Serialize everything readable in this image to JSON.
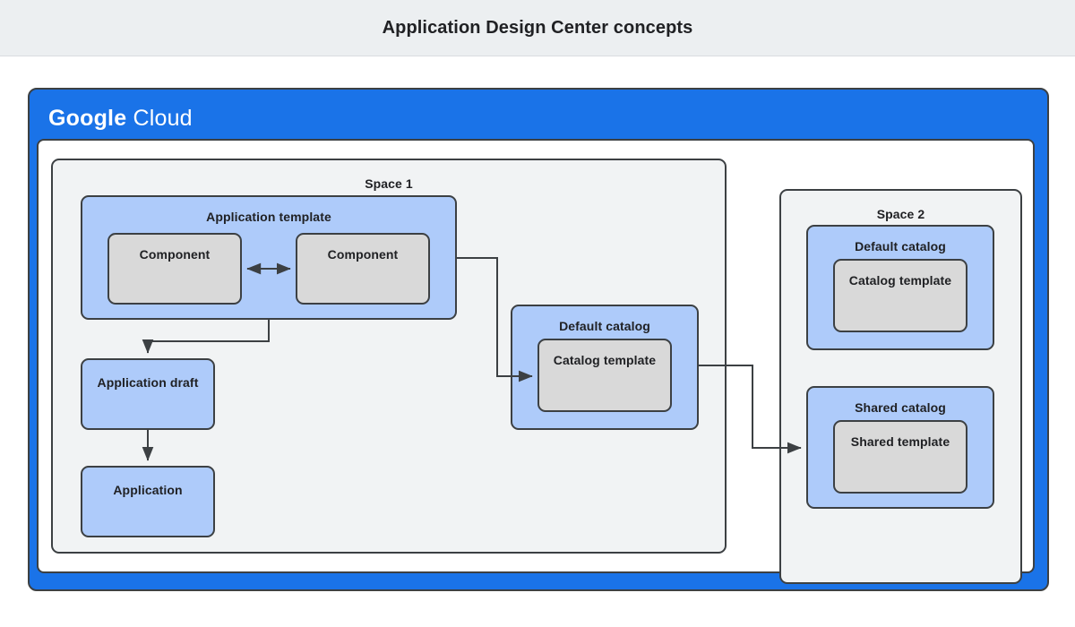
{
  "header": {
    "title": "Application Design Center concepts"
  },
  "cloud_frame": {
    "logo_primary": "Google",
    "logo_secondary": "Cloud"
  },
  "spaces": [
    {
      "id": "space1",
      "label": "Space 1",
      "groups": [
        {
          "id": "app-template",
          "label": "Application template",
          "children": [
            {
              "id": "component-1",
              "label": "Component"
            },
            {
              "id": "component-2",
              "label": "Component"
            }
          ]
        },
        {
          "id": "default-catalog-1",
          "label": "Default catalog",
          "children": [
            {
              "id": "catalog-template-1",
              "label": "Catalog template"
            }
          ]
        }
      ],
      "nodes": [
        {
          "id": "app-draft",
          "label": "Application draft"
        },
        {
          "id": "application",
          "label": "Application"
        }
      ]
    },
    {
      "id": "space2",
      "label": "Space 2",
      "groups": [
        {
          "id": "default-catalog-2",
          "label": "Default catalog",
          "children": [
            {
              "id": "catalog-template-2",
              "label": "Catalog template"
            }
          ]
        },
        {
          "id": "shared-catalog",
          "label": "Shared catalog",
          "children": [
            {
              "id": "shared-template",
              "label": "Shared template"
            }
          ]
        }
      ]
    }
  ],
  "connectors": [
    {
      "id": "component-to-component",
      "from": "component-1",
      "to": "component-2",
      "arrows": "both"
    },
    {
      "id": "app-template-to-app-draft",
      "from": "app-template",
      "to": "app-draft",
      "arrows": "end"
    },
    {
      "id": "app-draft-to-application",
      "from": "app-draft",
      "to": "application",
      "arrows": "end"
    },
    {
      "id": "app-template-to-catalog-template",
      "from": "app-template",
      "to": "catalog-template-1",
      "arrows": "end"
    },
    {
      "id": "default-catalog-to-shared-catalog",
      "from": "default-catalog-1",
      "to": "shared-catalog",
      "arrows": "end"
    }
  ],
  "colors": {
    "header_background": "#eceff1",
    "cloud_blue": "#1a73e8",
    "group_blue": "#aecbfa",
    "leaf_gray": "#d9d9d9",
    "space_gray": "#f1f3f4",
    "stroke": "#3c4043",
    "text": "#202124"
  }
}
